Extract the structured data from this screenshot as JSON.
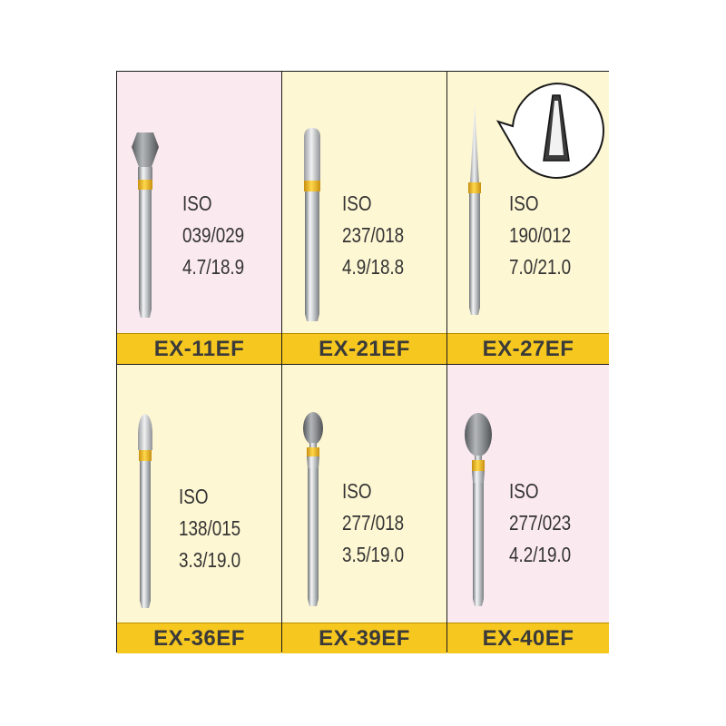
{
  "cells": [
    {
      "iso": "ISO",
      "number": "039/029",
      "dims": "4.7/18.9",
      "code": "EX-11EF",
      "bg": "#fbe9f0"
    },
    {
      "iso": "ISO",
      "number": "237/018",
      "dims": "4.9/18.8",
      "code": "EX-21EF",
      "bg": "#fef7d3"
    },
    {
      "iso": "ISO",
      "number": "190/012",
      "dims": "7.0/21.0",
      "code": "EX-27EF",
      "bg": "#fef7d3"
    },
    {
      "iso": "ISO",
      "number": "138/015",
      "dims": "3.3/19.0",
      "code": "EX-36EF",
      "bg": "#fef7d3"
    },
    {
      "iso": "ISO",
      "number": "277/018",
      "dims": "3.5/19.0",
      "code": "EX-39EF",
      "bg": "#fef7d3"
    },
    {
      "iso": "ISO",
      "number": "277/023",
      "dims": "4.2/19.0",
      "code": "EX-40EF",
      "bg": "#fbe9f0"
    }
  ],
  "colors": {
    "label_bar": "#f6c71e",
    "ring": "#f2b51c",
    "shank": "#c9ccce",
    "diamond_head": "#8a8d90"
  },
  "icons": [
    "diamond-bur-icon",
    "magnifier-callout-icon"
  ]
}
